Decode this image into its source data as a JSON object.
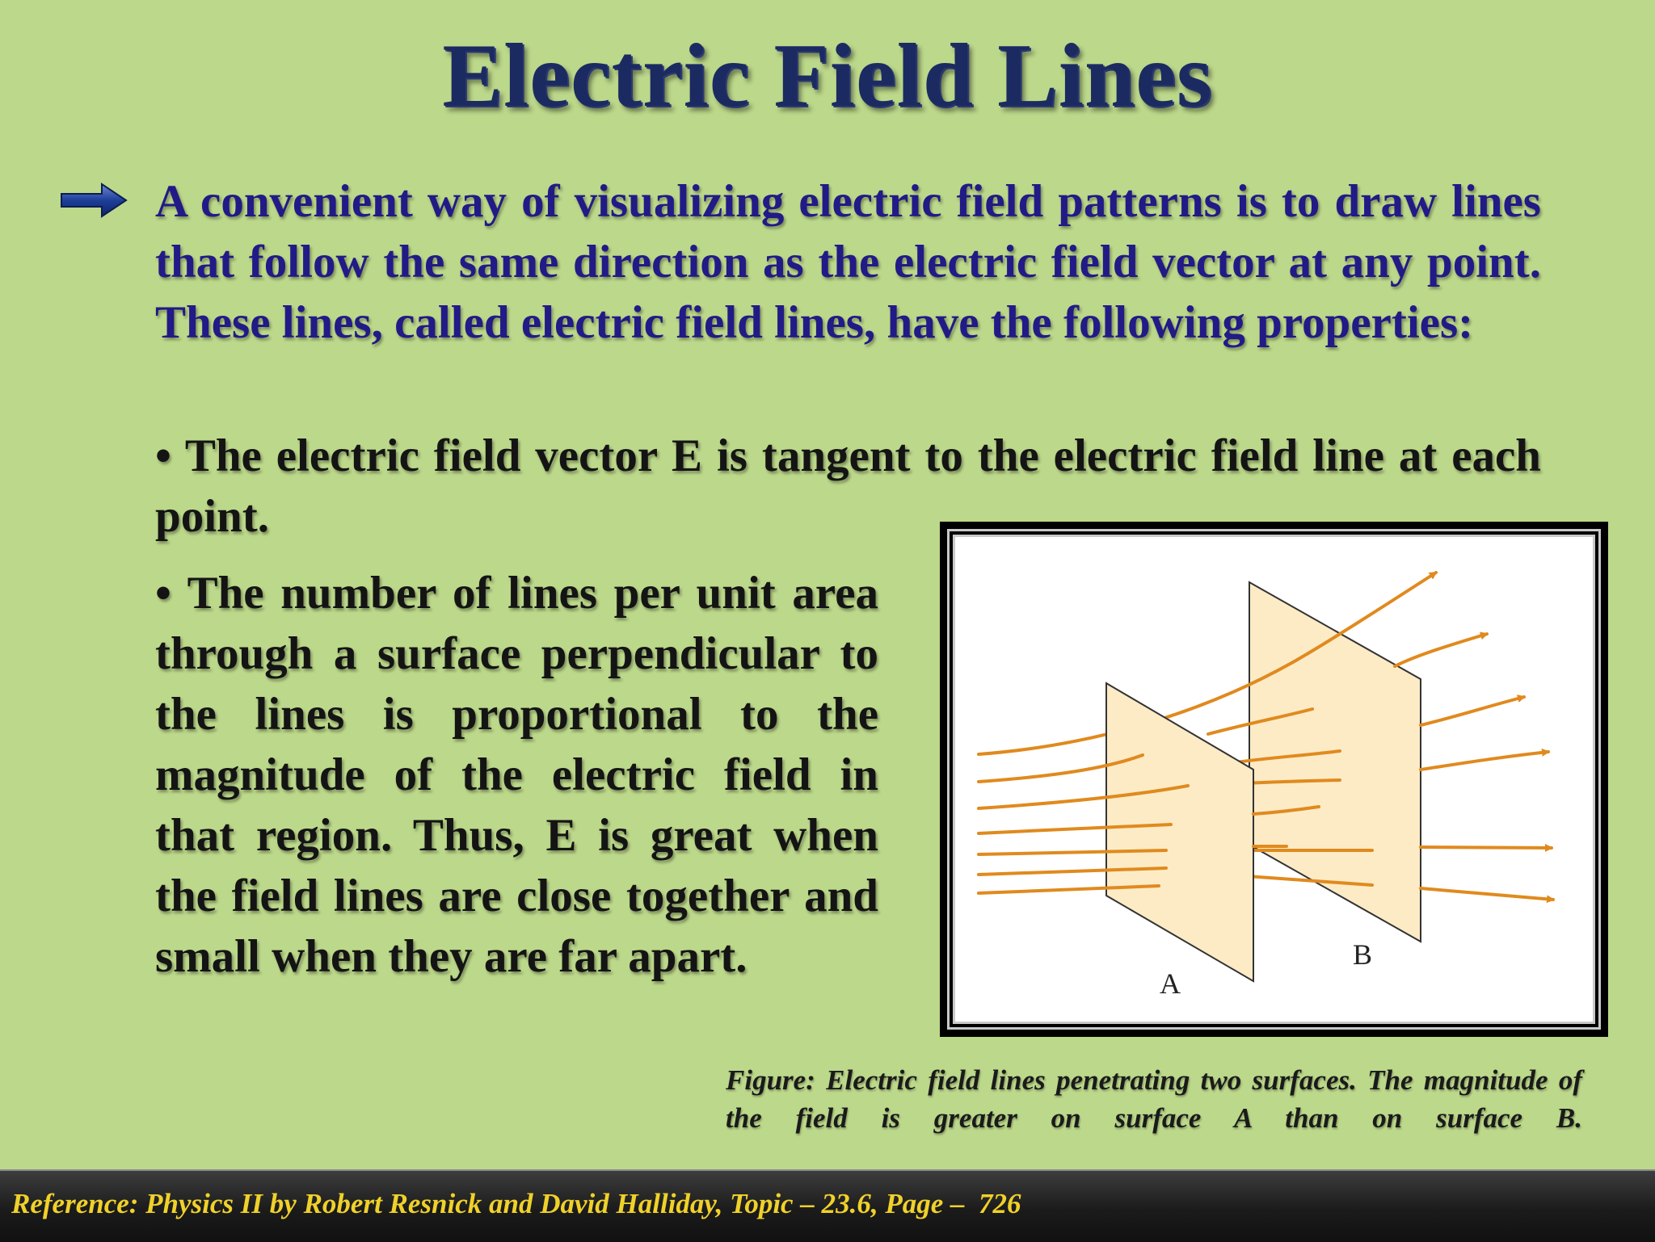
{
  "slide": {
    "title": "Electric Field Lines",
    "intro": "A convenient way of visualizing electric field patterns is to draw lines that follow the same direction as the electric field vector at any point. These lines, called electric field lines, have the following properties:",
    "bullets": [
      "• The electric field vector E is tangent to the electric field line at each point.",
      "• The number of lines per unit area through a surface perpendicular to the lines is proportional to the magnitude of the electric field in that region. Thus, E is great when the field lines are close together and small when they are far apart."
    ]
  },
  "figure": {
    "label_a": "A",
    "label_b": "B",
    "caption": "Figure: Electric field lines penetrating two surfaces. The magnitude of the field is greater on surface A than on surface B."
  },
  "footer": {
    "reference": "Reference: Physics II by Robert Resnick and David Halliday, Topic – 23.6, Page –  726"
  },
  "icons": {
    "bullet_arrow": "right-arrow-icon"
  },
  "colors": {
    "background": "#bcd88a",
    "title": "#1c2a62",
    "intro_text": "#221a86",
    "field_line": "#e08a1e",
    "surface_fill": "#fdebc6",
    "footer_text": "#f0d12a"
  }
}
